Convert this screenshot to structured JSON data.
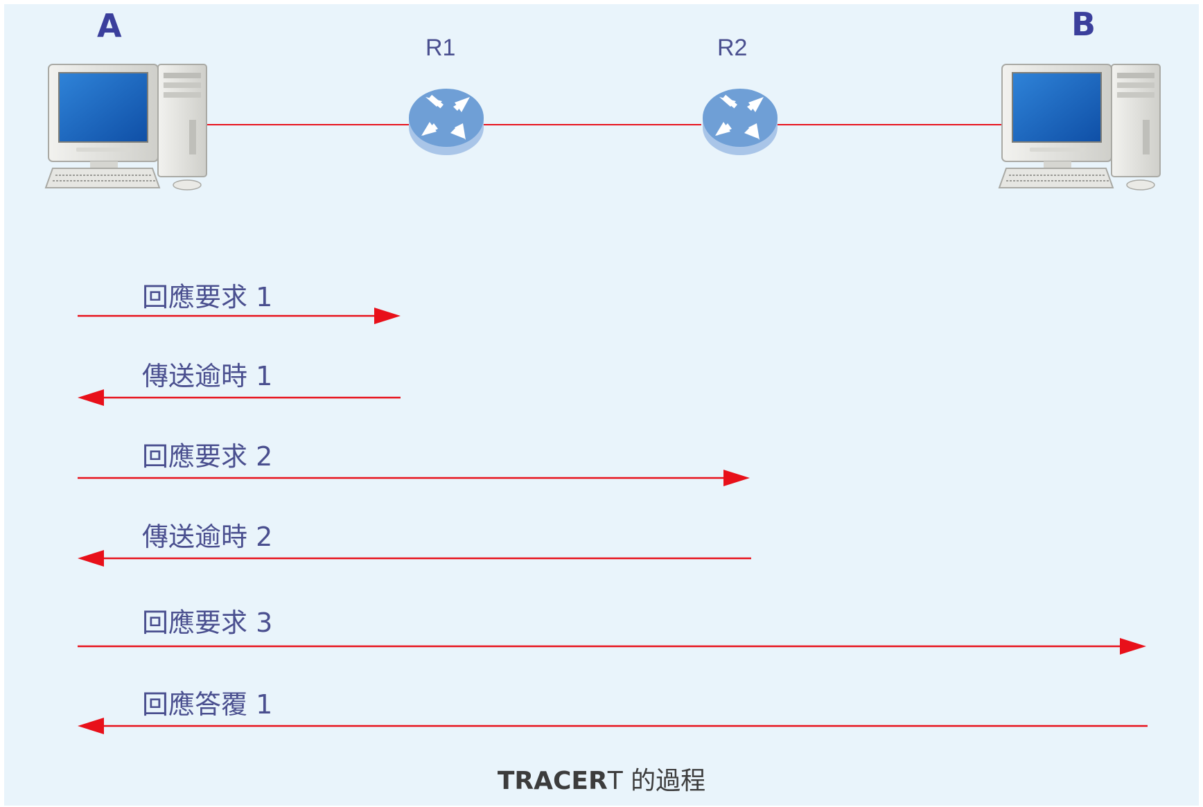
{
  "nodes": {
    "host_a": {
      "label": "A"
    },
    "router_1": {
      "label": "R1"
    },
    "router_2": {
      "label": "R2"
    },
    "host_b": {
      "label": "B"
    }
  },
  "messages": [
    {
      "label": "回應要求 1",
      "from": "A",
      "to": "R1",
      "direction": "right"
    },
    {
      "label": "傳送逾時 1",
      "from": "R1",
      "to": "A",
      "direction": "left"
    },
    {
      "label": "回應要求 2",
      "from": "A",
      "to": "R2",
      "direction": "right"
    },
    {
      "label": "傳送逾時 2",
      "from": "R2",
      "to": "A",
      "direction": "left"
    },
    {
      "label": "回應要求 3",
      "from": "A",
      "to": "B",
      "direction": "right"
    },
    {
      "label": "回應答覆 1",
      "from": "B",
      "to": "A",
      "direction": "left"
    }
  ],
  "caption": {
    "bold_part": "TRACER",
    "rest": "T 的過程"
  },
  "colors": {
    "background": "#e9f4fb",
    "line": "#e8101a",
    "label": "#4a4f8f",
    "router": "#6f9fd6"
  }
}
